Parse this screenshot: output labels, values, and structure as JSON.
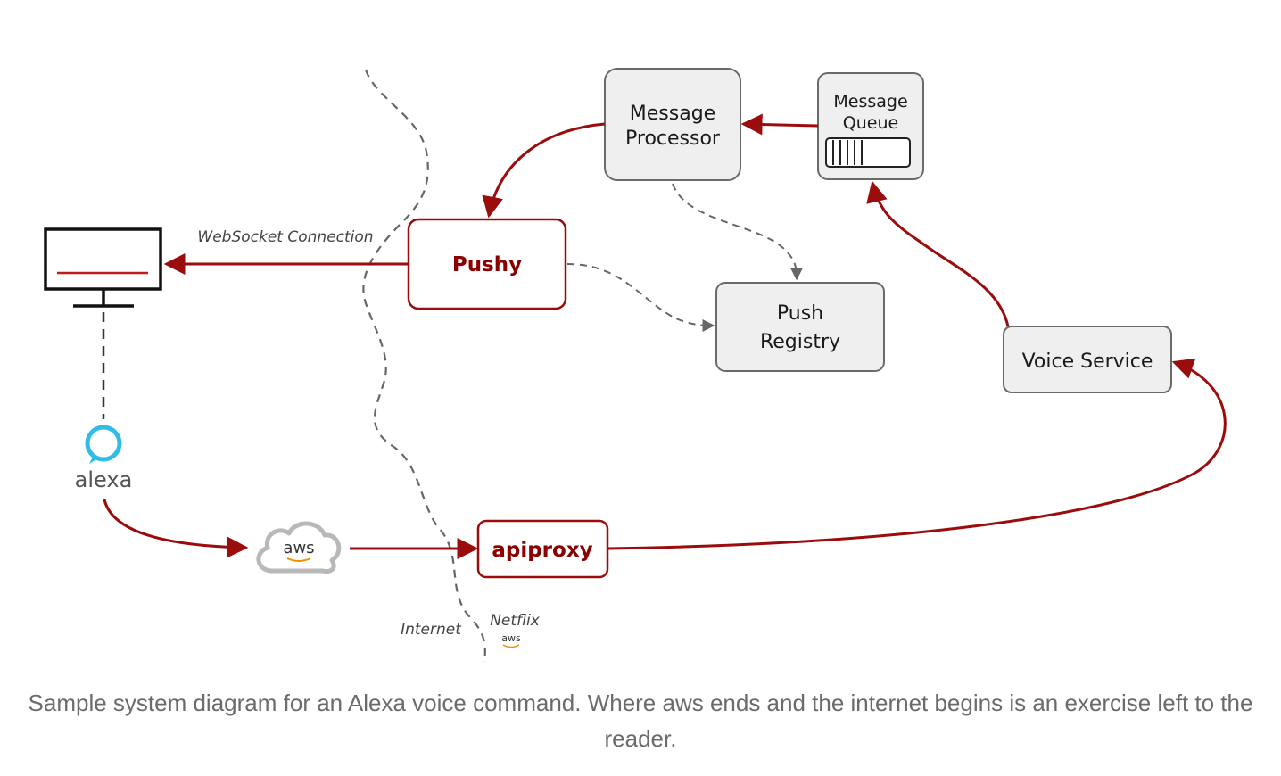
{
  "nodes": {
    "message_processor": {
      "line1": "Message",
      "line2": "Processor"
    },
    "message_queue": {
      "line1": "Message",
      "line2": "Queue"
    },
    "pushy": {
      "label": "Pushy"
    },
    "push_registry": {
      "line1": "Push",
      "line2": "Registry"
    },
    "voice_service": {
      "label": "Voice Service"
    },
    "apiproxy": {
      "label": "apiproxy"
    },
    "aws_cloud": {
      "label": "aws"
    },
    "alexa": {
      "label": "alexa"
    }
  },
  "labels": {
    "websocket": "WebSocket Connection",
    "internet": "Internet",
    "netflix": "Netflix",
    "netflix_aws": "aws"
  },
  "colors": {
    "accent": "#9b0d0d",
    "node_fill": "#efefef",
    "node_stroke": "#6a6a6a",
    "dashed": "#666666",
    "alexa_ring": "#2fbde6",
    "aws_arrow": "#f29100"
  },
  "caption": "Sample system diagram for an Alexa voice command. Where aws ends and the internet begins is an exercise left to the reader."
}
